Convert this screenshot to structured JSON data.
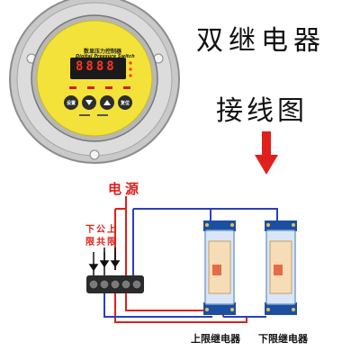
{
  "title": {
    "line1": "双继电器",
    "line2": "接线图"
  },
  "device": {
    "title_cn": "数显压力控制器",
    "title_en": "Digital Pressure Switch",
    "display_value": "8888",
    "buttons": [
      "设置",
      "",
      "",
      "复位"
    ],
    "face_color": "#f3e239",
    "display_color": "#ff3322"
  },
  "wiring": {
    "power_label": "电源",
    "terminal_labels_line1": "下公上",
    "terminal_labels_line2": "限共限",
    "relay_upper_label": "上限继电器",
    "relay_lower_label": "下限继电器",
    "red_wire_color": "#e0201b",
    "blue_wire_color": "#2a3fbf",
    "relay_body_color": "#1c4fa0"
  }
}
